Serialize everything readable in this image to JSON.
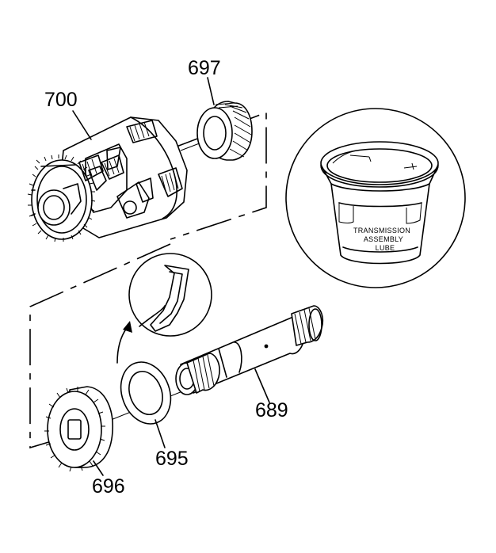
{
  "callouts": {
    "c697": "697",
    "c700": "700",
    "c689": "689",
    "c695": "695",
    "c696": "696"
  },
  "tub_label": {
    "line1": "TRANSMISSION",
    "line2": "ASSEMBLY",
    "line3": "LUBE"
  }
}
